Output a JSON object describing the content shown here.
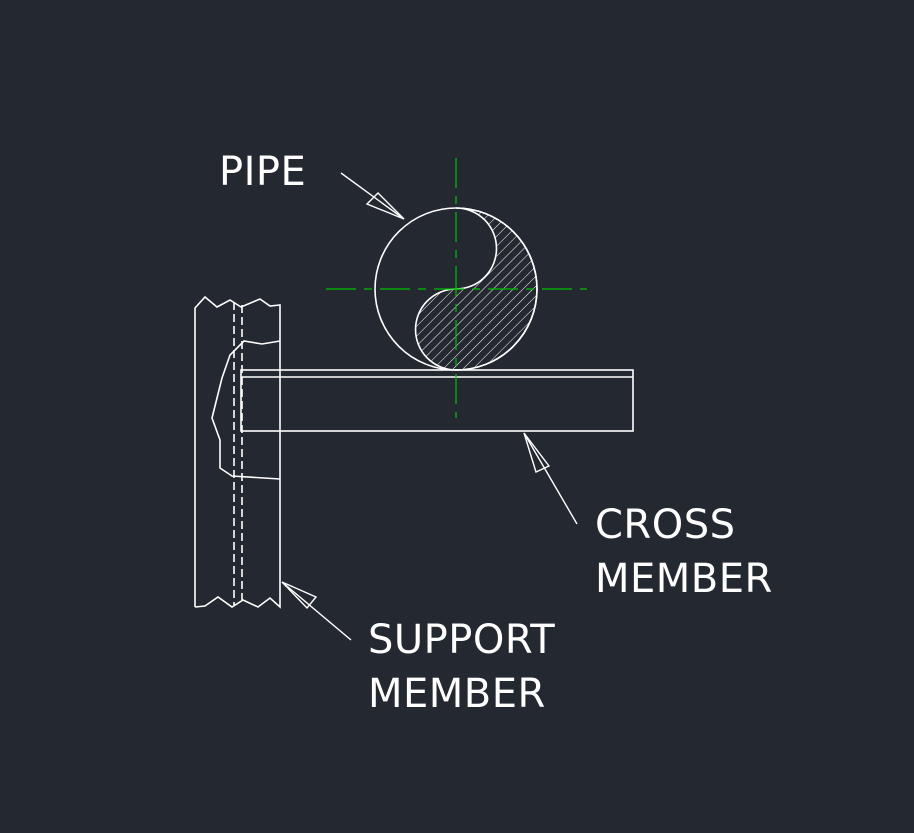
{
  "labels": {
    "pipe": "PIPE",
    "cross_member": [
      "CROSS",
      "MEMBER"
    ],
    "support_member": [
      "SUPPORT",
      "MEMBER"
    ]
  },
  "colors": {
    "background": "#242830",
    "line": "#ffffff",
    "centerline": "#00c000"
  }
}
